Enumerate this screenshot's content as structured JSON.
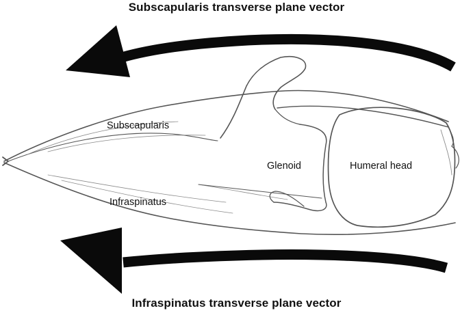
{
  "headings": {
    "top": "Subscapularis transverse plane vector",
    "bottom": "Infraspinatus transverse plane vector"
  },
  "labels": {
    "subscapularis": "Subscapularis",
    "glenoid": "Glenoid",
    "humeral_head": "Humeral head",
    "infraspinatus": "Infraspinatus"
  },
  "colors": {
    "ink": "#111111",
    "pencil": "#555555",
    "background": "#ffffff"
  }
}
